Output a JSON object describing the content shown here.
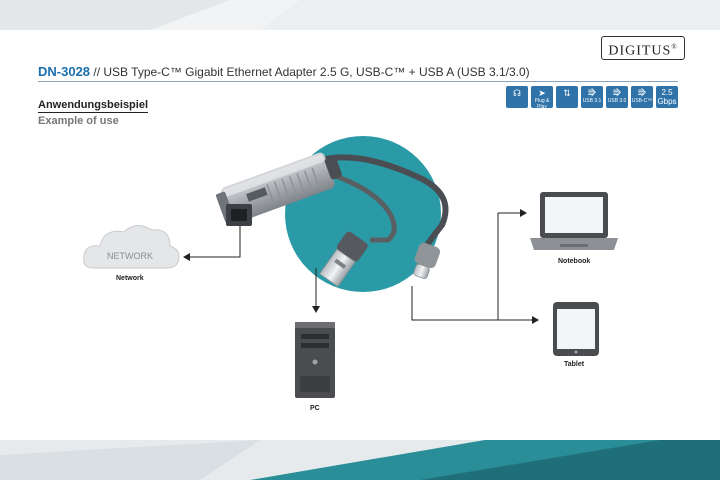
{
  "brand": {
    "logo_text": "DIGITUS",
    "reg": "®"
  },
  "header": {
    "product_code": "DN-3028",
    "separator": " // ",
    "description": "USB Type-C™ Gigabit Ethernet Adapter 2.5 G, USB-C™ + USB A (USB 3.1/3.0)"
  },
  "feature_icons": [
    {
      "icon": "headset-icon",
      "label": ""
    },
    {
      "icon": "plug-and-play-icon",
      "label": "Plug & Play"
    },
    {
      "icon": "reversible-icon",
      "label": ""
    },
    {
      "icon": "usb-icon",
      "label": "USB 3.1"
    },
    {
      "icon": "usb-icon",
      "label": "USB 3.0"
    },
    {
      "icon": "usb-c-icon",
      "label": "USB-C™"
    }
  ],
  "speed_badge": {
    "value": "2.5",
    "unit": "Gbps"
  },
  "section": {
    "title_de": "Anwendungsbeispiel",
    "title_en": "Example of use"
  },
  "diagram": {
    "cloud_text": "NETWORK",
    "network_label": "Network",
    "pc_label": "PC",
    "notebook_label": "Notebook",
    "tablet_label": "Tablet"
  },
  "colors": {
    "accent_blue": "#2f73a8",
    "teal_circle": "#2a9aa6",
    "dark_teal": "#1f6f7a",
    "light_gray": "#e7ebee"
  }
}
